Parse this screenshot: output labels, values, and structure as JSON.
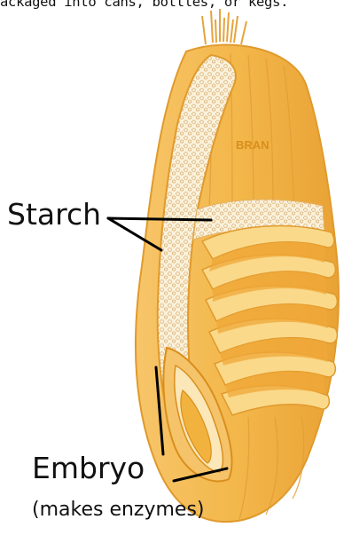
{
  "caption": "ackaged into cans, bottles, or kegs.",
  "labels": {
    "bran": "BRAN",
    "starch": "Starch",
    "embryo": "Embryo",
    "embryo_note": "(makes enzymes)"
  },
  "colors": {
    "bran_fill": "#F2B33E",
    "bran_dark": "#D98F1C",
    "bran_light": "#FAD98A",
    "starch_fill": "#FBF1DA",
    "pointer": "#000000"
  }
}
